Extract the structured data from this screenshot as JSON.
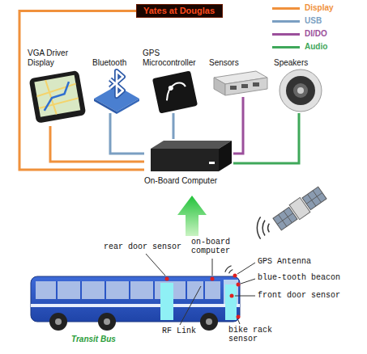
{
  "diagram": {
    "nodes": [
      {
        "text": [
          "Yates at Douglas"
        ]
      },
      {
        "text": [
          "VGA Driver Display"
        ]
      },
      {
        "text": [
          "Bluetooth"
        ]
      },
      {
        "text": [
          "GPS Microcontroller"
        ]
      },
      {
        "text": [
          "Sensors"
        ]
      },
      {
        "text": [
          "Speakers"
        ]
      },
      {
        "text": [
          "On-Board Computer"
        ]
      }
    ],
    "edges": [
      {
        "from": 0,
        "to": 6,
        "arrow": "none"
      },
      {
        "from": 1,
        "to": 6,
        "arrow": "none"
      },
      {
        "from": 2,
        "to": 6,
        "arrow": "none"
      },
      {
        "from": 3,
        "to": 6,
        "arrow": "none"
      },
      {
        "from": 4,
        "to": 6,
        "arrow": "none"
      },
      {
        "from": 5,
        "to": 6,
        "arrow": "none"
      }
    ],
    "labels": [
      "rear door sensor",
      "on-board computer",
      "GPS Antenna",
      "blue-tooth beacon",
      "front door sensor",
      "RF Link",
      "bike rack sensor",
      "Transit Bus"
    ],
    "legend": [
      {
        "text": "Display",
        "color": "#f0913c"
      },
      {
        "text": "USB",
        "color": "#7b9fc2"
      },
      {
        "text": "DI/DO",
        "color": "#9b4f9b"
      },
      {
        "text": "Audio",
        "color": "#3fa85a"
      }
    ]
  }
}
